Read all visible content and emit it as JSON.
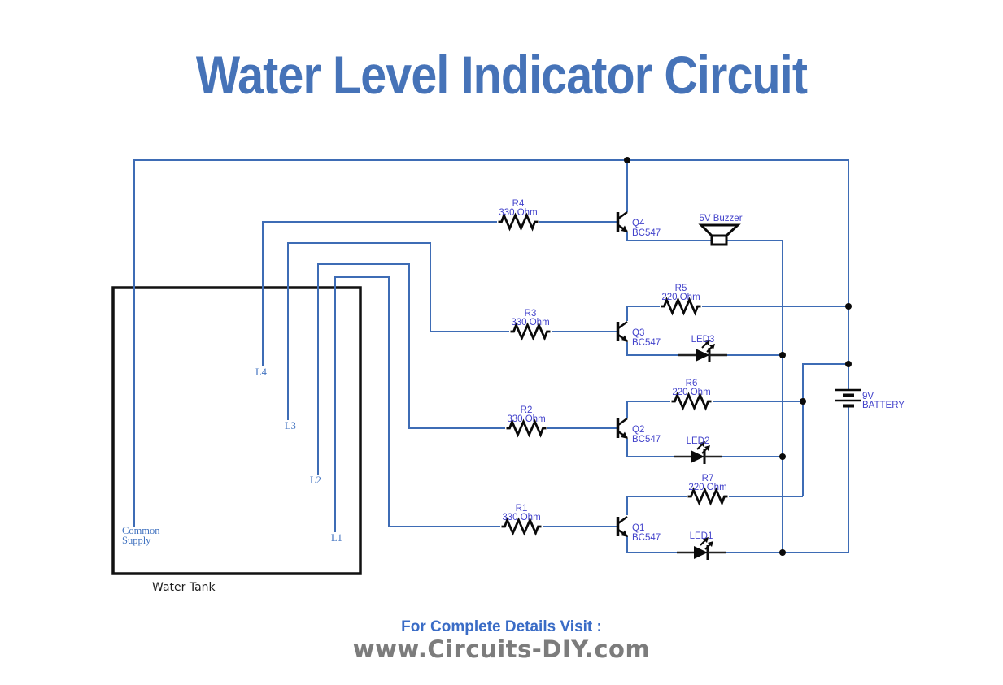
{
  "title": "Water Level Indicator Circuit",
  "colors": {
    "title_blue": "#4673b8",
    "wire_blue": "#3e6cb5",
    "label_blue": "#4343cb",
    "probe_label_blue": "#4273c0",
    "component_black": "#0a0a0a",
    "footer_blue": "#3a6cc6",
    "footer_gray": "#7c7c7c"
  },
  "tank": {
    "label": "Water Tank",
    "common_supply": {
      "line1": "Common",
      "line2": "Supply"
    },
    "probes": {
      "l1": "L1",
      "l2": "L2",
      "l3": "L3",
      "l4": "L4"
    }
  },
  "resistors": {
    "r1": {
      "name": "R1",
      "value": "330 Ohm"
    },
    "r2": {
      "name": "R2",
      "value": "330 Ohm"
    },
    "r3": {
      "name": "R3",
      "value": "330 Ohm"
    },
    "r4": {
      "name": "R4",
      "value": "330 Ohm"
    },
    "r5": {
      "name": "R5",
      "value": "220 Ohm"
    },
    "r6": {
      "name": "R6",
      "value": "220 Ohm"
    },
    "r7": {
      "name": "R7",
      "value": "220 Ohm"
    }
  },
  "transistors": {
    "q1": {
      "name": "Q1",
      "part": "BC547"
    },
    "q2": {
      "name": "Q2",
      "part": "BC547"
    },
    "q3": {
      "name": "Q3",
      "part": "BC547"
    },
    "q4": {
      "name": "Q4",
      "part": "BC547"
    }
  },
  "leds": {
    "led1": "LED1",
    "led2": "LED2",
    "led3": "LED3"
  },
  "buzzer": {
    "label": "5V Buzzer"
  },
  "battery": {
    "line1": "9V",
    "line2": "BATTERY"
  },
  "footer": {
    "line1": "For Complete Details Visit :",
    "line2": "www.Circuits-DIY.com"
  }
}
